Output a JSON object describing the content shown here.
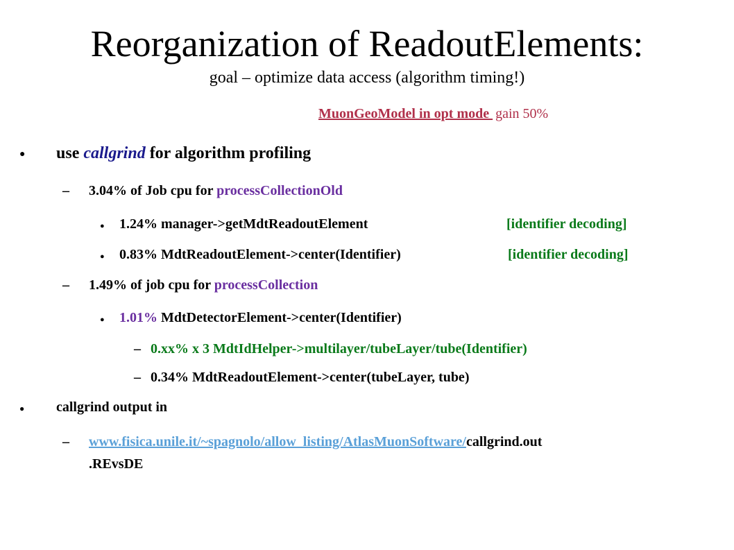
{
  "slide": {
    "title": "Reorganization of ReadoutElements:",
    "subtitle": "goal – optimize data access (algorithm timing!)",
    "highlight": {
      "link": "MuonGeoModel in opt mode ",
      "gain": "gain 50%"
    },
    "items": {
      "use_prefix": "use ",
      "use_tool": "callgrind",
      "use_suffix": " for algorithm profiling",
      "job_old_prefix": "3.04% of Job cpu for ",
      "job_old_func": "processCollectionOld",
      "mgr_line": "1.24% manager->getMdtReadoutElement",
      "mgr_tag": "[identifier decoding]",
      "center_line": "0.83% MdtReadoutElement->center(Identifier)",
      "center_tag": "[identifier decoding]",
      "job_new_prefix": "1.49% of job cpu for ",
      "job_new_func": "processCollection",
      "det_pct": "1.01%",
      "det_rest": " MdtDetectorElement->center(Identifier)",
      "helper_line": "0.xx% x 3 MdtIdHelper->multilayer/tubeLayer/tube(Identifier)",
      "tube_line": "0.34% MdtReadoutElement->center(tubeLayer, tube)",
      "output_label": "callgrind output in",
      "output_url": "www.fisica.unile.it/~spagnolo/allow_listing/AtlasMuonSoftware/",
      "output_file": "callgrind.out",
      "output_file_cont": ".REvsDE"
    },
    "bullet_glyph": "●",
    "dash_glyph": "–"
  },
  "colors": {
    "link_red": "#b0304a",
    "purple": "#6a2fa0",
    "green": "#0a7a1a",
    "navy": "#1a1a8c",
    "url_blue": "#5aa0d8"
  }
}
